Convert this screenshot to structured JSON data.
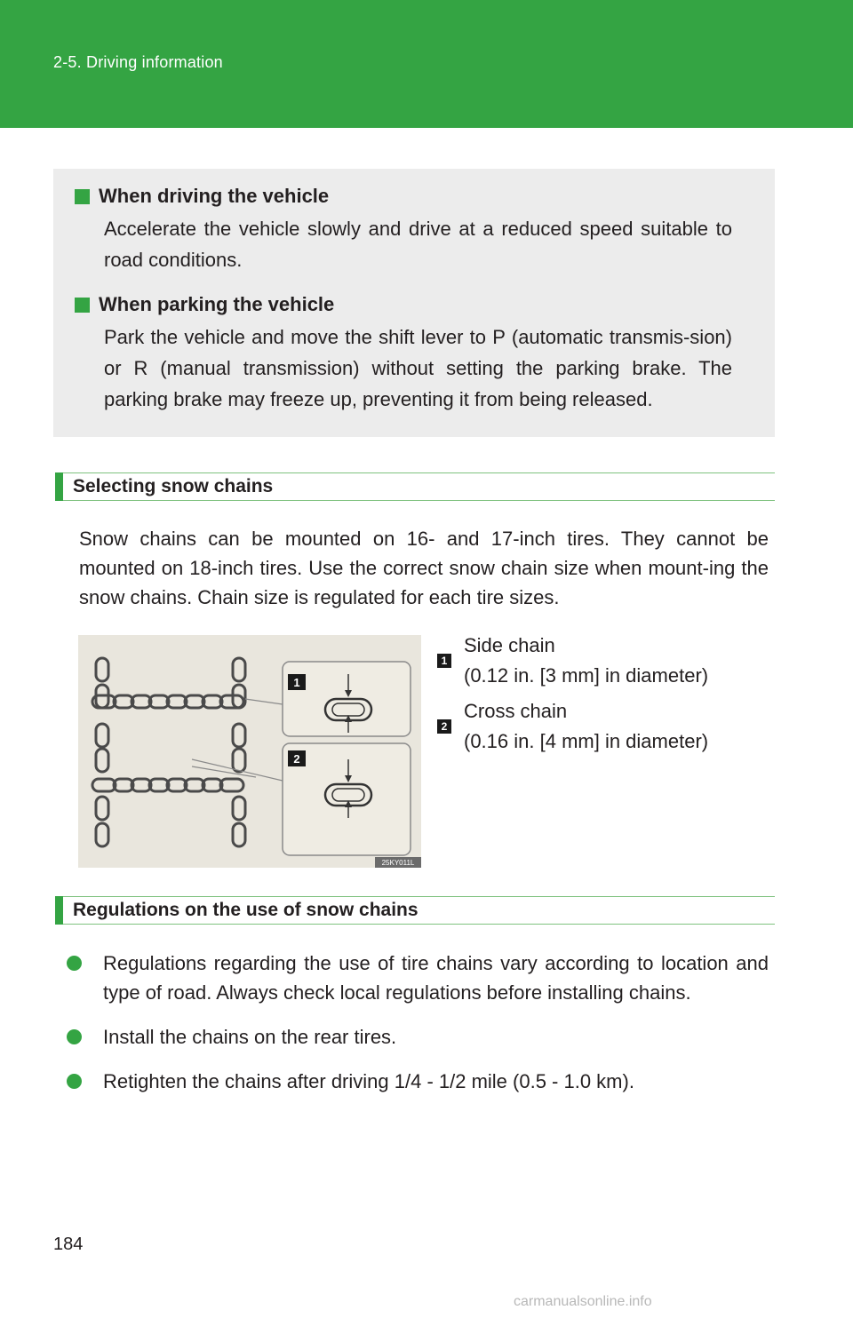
{
  "header": {
    "title": "2-5. Driving information"
  },
  "infobox": {
    "items": [
      {
        "heading": "When driving the vehicle",
        "body": "Accelerate the vehicle slowly and drive at a reduced speed suitable to road conditions."
      },
      {
        "heading": "When parking the vehicle",
        "body": "Park the vehicle and move the shift lever to P (automatic transmis-sion) or R (manual transmission) without setting the parking brake. The parking brake may freeze up, preventing it from being released."
      }
    ]
  },
  "section1": {
    "title": "Selecting snow chains",
    "paragraph": "Snow chains can be mounted on 16- and 17-inch tires. They cannot be mounted on 18-inch tires. Use the correct snow chain size when mount-ing the snow chains. Chain size is regulated for each tire sizes."
  },
  "figure": {
    "code": "25KY011L",
    "callouts": [
      "1",
      "2"
    ]
  },
  "legend": [
    {
      "num": "1",
      "label": "Side chain",
      "detail": "(0.12 in. [3 mm] in diameter)"
    },
    {
      "num": "2",
      "label": "Cross chain",
      "detail": "(0.16 in. [4 mm] in diameter)"
    }
  ],
  "section2": {
    "title": "Regulations on the use of snow chains",
    "bullets": [
      "Regulations regarding the use of tire chains vary according to location and type of road. Always check local regulations before installing chains.",
      "Install the chains on the rear tires.",
      "Retighten the chains after driving 1/4 - 1/2 mile (0.5 - 1.0 km)."
    ]
  },
  "page_number": "184",
  "watermark": "carmanualsonline.info",
  "colors": {
    "brand_green": "#34a443",
    "box_gray": "#ececec"
  }
}
